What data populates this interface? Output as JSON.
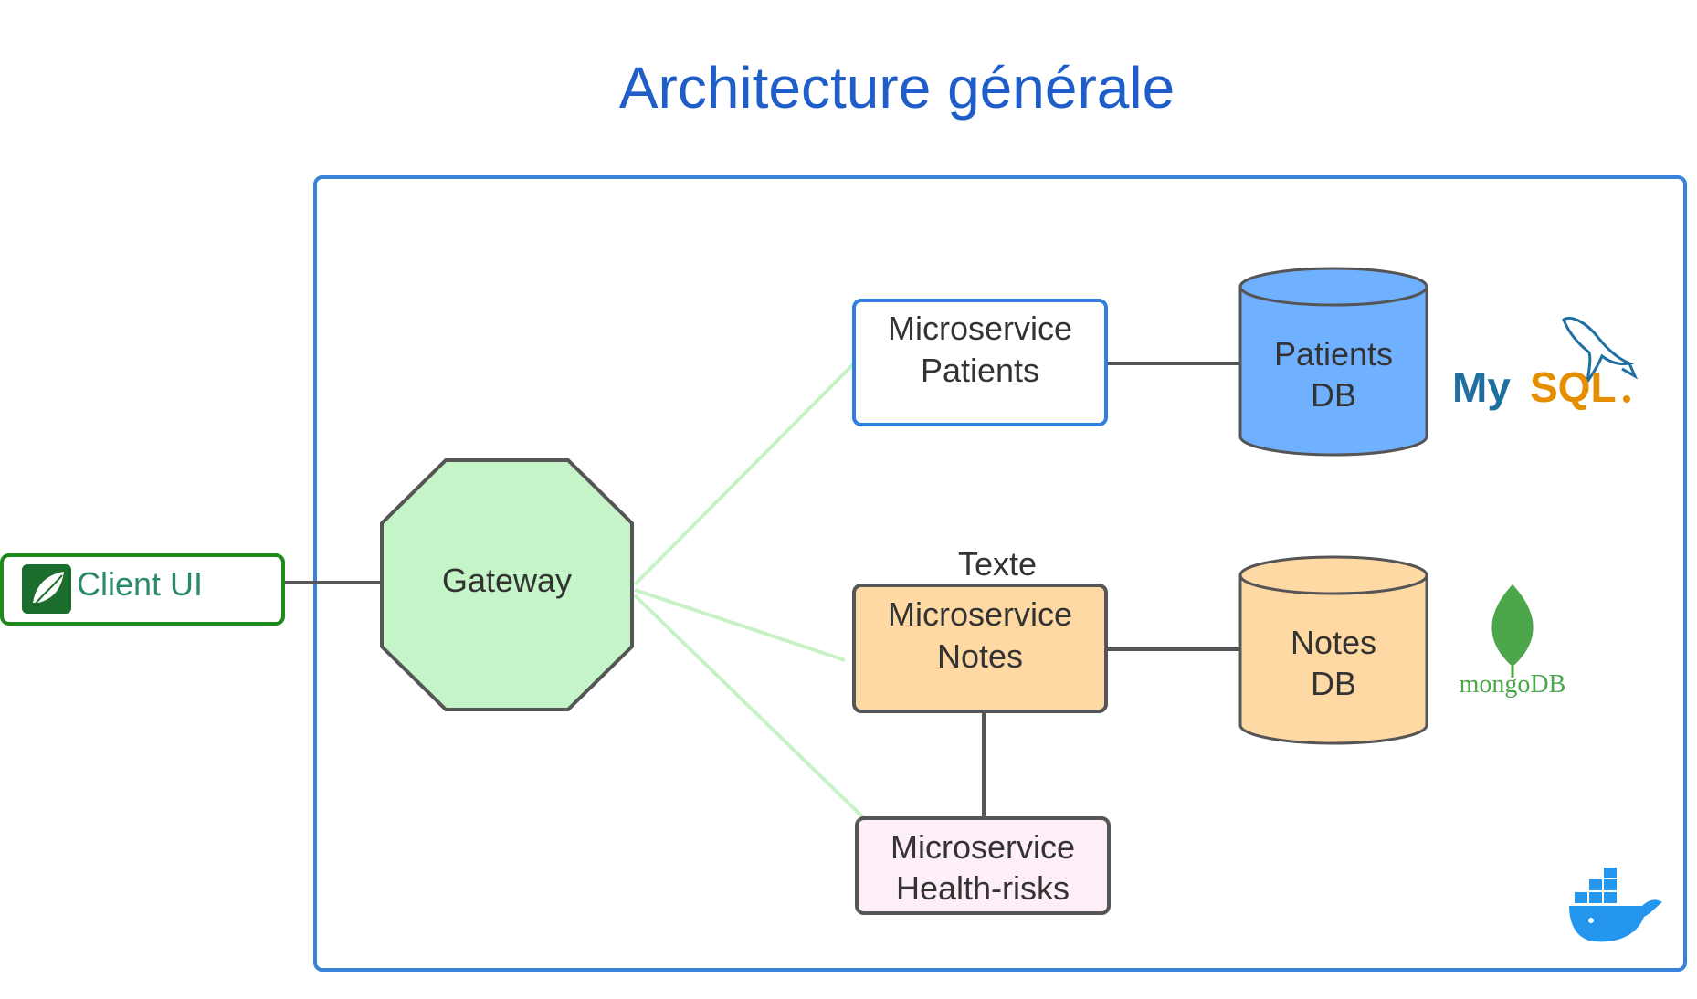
{
  "title": "Architecture générale",
  "colors": {
    "title": "#1f5ec9",
    "frame": "#3a82d9",
    "gateway_fill": "#c4f4c8",
    "gateway_stroke": "#555555",
    "connector_green": "#c6f3c6",
    "connector_dark": "#555555",
    "client_border": "#1c8a1c",
    "client_text": "#2a8a6a",
    "patients_fill": "#ffffff",
    "patients_border": "#2f7fe0",
    "notes_fill": "#ffd9a3",
    "health_fill": "#fdeef8",
    "patients_db_fill": "#6fb0ff",
    "notes_db_fill": "#ffd9a3",
    "mysql_blue": "#1f6fa0",
    "mysql_orange": "#e48e00",
    "mongo_green": "#4ca74a",
    "docker_blue": "#2496ed"
  },
  "nodes": {
    "client": {
      "label": "Client UI",
      "icon": "spring-leaf-icon"
    },
    "gateway": {
      "label": "Gateway"
    },
    "ms_patients": {
      "line1": "Microservice",
      "line2": "Patients"
    },
    "ms_notes": {
      "line1": "Microservice",
      "line2": "Notes"
    },
    "ms_health": {
      "line1": "Microservice",
      "line2": "Health-risks"
    },
    "notes_caption": "Texte",
    "db_patients": {
      "line1": "Patients",
      "line2": "DB"
    },
    "db_notes": {
      "line1": "Notes",
      "line2": "DB"
    }
  },
  "logos": {
    "mysql": {
      "text_my": "My",
      "text_sql": "SQL",
      "icon": "dolphin-icon"
    },
    "mongodb": {
      "text": "mongoDB",
      "icon": "leaf-icon"
    },
    "docker": {
      "icon": "docker-whale-icon"
    }
  }
}
